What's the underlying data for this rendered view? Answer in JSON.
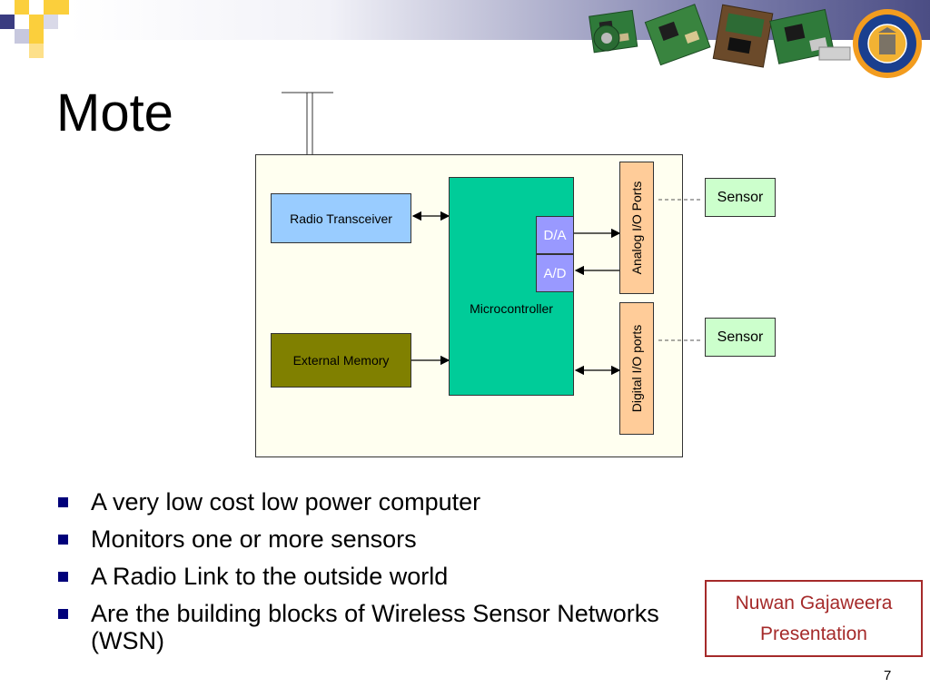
{
  "slide": {
    "title": "Mote",
    "page_number": "7"
  },
  "diagram": {
    "radio_transceiver": "Radio Transceiver",
    "external_memory": "External Memory",
    "microcontroller": "Microcontroller",
    "da": "D/A",
    "ad": "A/D",
    "analog_ports": "Analog I/O Ports",
    "digital_ports": "Digital I/O ports",
    "sensor_1": "Sensor",
    "sensor_2": "Sensor"
  },
  "bullets": [
    "A very low cost low power computer",
    "Monitors one or more sensors",
    "A Radio Link to the outside world",
    "Are the building blocks of Wireless Sensor Networks (WSN)"
  ],
  "credit": {
    "line1": "Nuwan Gajaweera",
    "line2": "Presentation"
  },
  "colors": {
    "radio": "#99ccff",
    "memory": "#808000",
    "micro": "#00cc99",
    "converter": "#9999ff",
    "ports": "#ffcc99",
    "sensor": "#ccffcc",
    "board": "#fffff0",
    "credit": "#a52a2a",
    "bullet": "#00007a"
  },
  "images": {
    "header_photo": "sensor-mote-boards-photo",
    "logo": "university-of-california-seal"
  }
}
